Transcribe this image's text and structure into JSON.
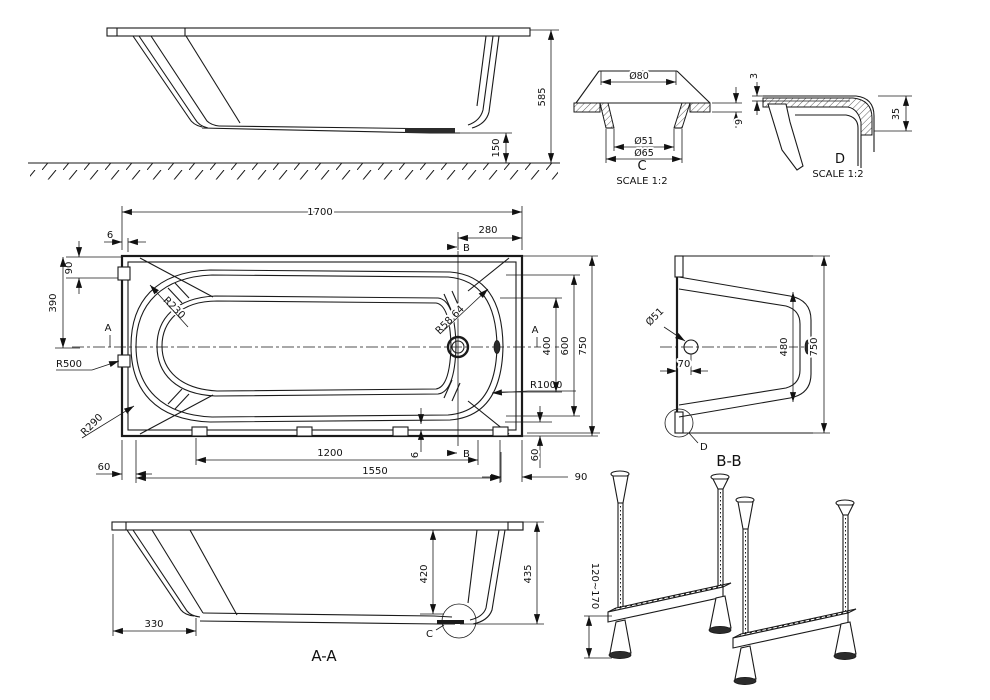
{
  "side_view": {
    "dim_height": "585",
    "dim_floor": "150"
  },
  "detail_c": {
    "label": "C",
    "scale": "SCALE 1:2",
    "dim_d80": "Ø80",
    "dim_d51": "Ø51",
    "dim_d65": "Ø65",
    "dim_9": "9"
  },
  "detail_d": {
    "label": "D",
    "scale": "SCALE 1:2",
    "dim_3": "3",
    "dim_35": "35"
  },
  "plan": {
    "dim_1700": "1700",
    "dim_280": "280",
    "dim_6_top": "6",
    "dim_90_left": "90",
    "dim_390": "390",
    "r500": "R500",
    "r290": "R290",
    "r230": "R230",
    "r5864": "R58.64",
    "r1000": "R1000",
    "dim_60_left": "60",
    "dim_1200": "1200",
    "dim_1550": "1550",
    "dim_6_bottom": "6",
    "dim_60_right": "60",
    "dim_90_right": "90",
    "dim_400": "400",
    "dim_600": "600",
    "dim_750": "750",
    "marker_a": "A",
    "marker_b": "B"
  },
  "section_bb": {
    "label": "B-B",
    "dim_d51": "Ø51",
    "dim_70": "70",
    "dim_480": "480",
    "dim_750": "750",
    "detail_ref": "D"
  },
  "section_aa": {
    "label": "A-A",
    "dim_420": "420",
    "dim_435": "435",
    "dim_330": "330",
    "detail_ref": "C"
  },
  "legs": {
    "dim_adjust": "120~170"
  }
}
